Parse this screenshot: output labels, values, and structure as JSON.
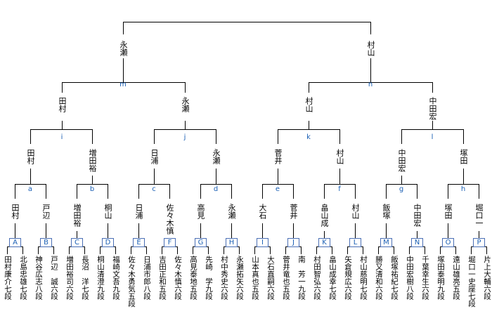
{
  "final": {
    "left": "永瀬",
    "right": "村山"
  },
  "semis": [
    {
      "label": "m",
      "left": "田村",
      "right": "永瀬"
    },
    {
      "label": "n",
      "left": "村山",
      "right": "中田宏"
    }
  ],
  "quarters": [
    {
      "label": "i",
      "left": "田村",
      "right": "増田裕"
    },
    {
      "label": "j",
      "left": "日浦",
      "right": "永瀬"
    },
    {
      "label": "k",
      "left": "菅井",
      "right": "村山"
    },
    {
      "label": "l",
      "left": "中田宏",
      "right": "塚田"
    }
  ],
  "round2": [
    {
      "label": "a",
      "left": "田村",
      "right": "戸辺"
    },
    {
      "label": "b",
      "left": "増田裕",
      "right": "桐山"
    },
    {
      "label": "c",
      "left": "日浦",
      "right": "佐々木慎"
    },
    {
      "label": "d",
      "left": "高見",
      "right": "永瀬"
    },
    {
      "label": "e",
      "left": "大石",
      "right": "菅井"
    },
    {
      "label": "f",
      "left": "畠山成",
      "right": "村山"
    },
    {
      "label": "g",
      "left": "飯塚",
      "right": "中田宏"
    },
    {
      "label": "h",
      "left": "塚田",
      "right": "堀口一"
    }
  ],
  "round1": [
    {
      "label": "A",
      "left": "田村康介七段",
      "right": "北島忠雄七段"
    },
    {
      "label": "B",
      "left": "神谷広志八段",
      "right": "戸辺　誠六段"
    },
    {
      "label": "C",
      "left": "増田裕司六段",
      "right": "長沼　洋七段"
    },
    {
      "label": "D",
      "left": "桐山清澄九段",
      "right": "福崎文吾九段"
    },
    {
      "label": "E",
      "left": "佐々木勇気五段",
      "right": "日浦市郎八段"
    },
    {
      "label": "F",
      "left": "吉田正和五段",
      "right": "佐々木慎六段"
    },
    {
      "label": "G",
      "left": "高見泰地五段",
      "right": "先崎　学九段"
    },
    {
      "label": "H",
      "left": "村中秀史六段",
      "right": "永瀬拓矢六段"
    },
    {
      "label": "I",
      "left": "山本真也五段",
      "right": "大石直嗣六段"
    },
    {
      "label": "J",
      "left": "菅井竜也五段",
      "right": "南　芳一九段"
    },
    {
      "label": "K",
      "left": "村田智弘六段",
      "right": "畠山成幸七段"
    },
    {
      "label": "L",
      "left": "矢倉規広六段",
      "right": "村山慈明七段"
    },
    {
      "label": "M",
      "left": "勝又清和六段",
      "right": "飯塚祐紀七段"
    },
    {
      "label": "N",
      "left": "中田宏樹八段",
      "right": "千葉幸生六段"
    },
    {
      "label": "O",
      "left": "塚田泰明九段",
      "right": "遠山雄亮五段"
    },
    {
      "label": "P",
      "left": "堀口一史座七段",
      "right": "片上大輔六段"
    }
  ]
}
